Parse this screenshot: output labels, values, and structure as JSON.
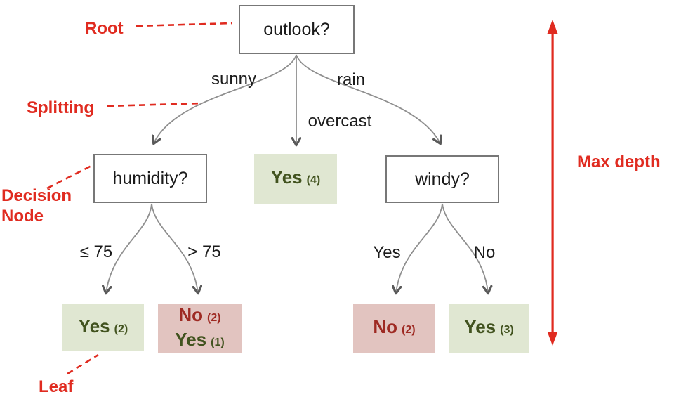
{
  "diagram": {
    "type": "decision-tree",
    "tree": {
      "nodes": [
        {
          "id": "outlook",
          "label": "outlook?"
        },
        {
          "id": "humidity",
          "label": "humidity?"
        },
        {
          "id": "windy",
          "label": "windy?"
        }
      ],
      "edge_labels": [
        {
          "id": "sunny",
          "label": "sunny"
        },
        {
          "id": "rain",
          "label": "rain"
        },
        {
          "id": "overcast",
          "label": "overcast"
        },
        {
          "id": "le-75",
          "label": "≤ 75"
        },
        {
          "id": "gt-75",
          "label": "> 75"
        },
        {
          "id": "windy-yes",
          "label": "Yes"
        },
        {
          "id": "windy-no",
          "label": "No"
        }
      ],
      "leaves": [
        {
          "id": "overcast-leaf",
          "variant": "green",
          "lines": [
            {
              "text": "Yes",
              "count": "(4)",
              "cls": "yes"
            }
          ]
        },
        {
          "id": "sunny-le75-leaf",
          "variant": "green",
          "lines": [
            {
              "text": "Yes",
              "count": "(2)",
              "cls": "yes"
            }
          ]
        },
        {
          "id": "sunny-gt75-leaf",
          "variant": "red",
          "lines": [
            {
              "text": "No",
              "count": "(2)",
              "cls": "no"
            },
            {
              "text": "Yes",
              "count": "(1)",
              "cls": "yes"
            }
          ]
        },
        {
          "id": "windy-yes-leaf",
          "variant": "red",
          "lines": [
            {
              "text": "No",
              "count": "(2)",
              "cls": "no"
            }
          ]
        },
        {
          "id": "windy-no-leaf",
          "variant": "green",
          "lines": [
            {
              "text": "Yes",
              "count": "(3)",
              "cls": "yes"
            }
          ]
        }
      ]
    },
    "annotations": {
      "root": "Root",
      "splitting": "Splitting",
      "decision_node": "Decision\nNode",
      "leaf": "Leaf",
      "max_depth": "Max depth"
    },
    "colors": {
      "annotation_red": "#e02b20",
      "leaf_green_bg": "#e0e7d2",
      "leaf_red_bg": "#e2c4c0",
      "yes_text": "#42531f",
      "no_text": "#9e2a23",
      "edge_gray": "#8f8f8f",
      "arrowhead_gray": "#5a5a5a",
      "node_border": "#777777"
    }
  }
}
